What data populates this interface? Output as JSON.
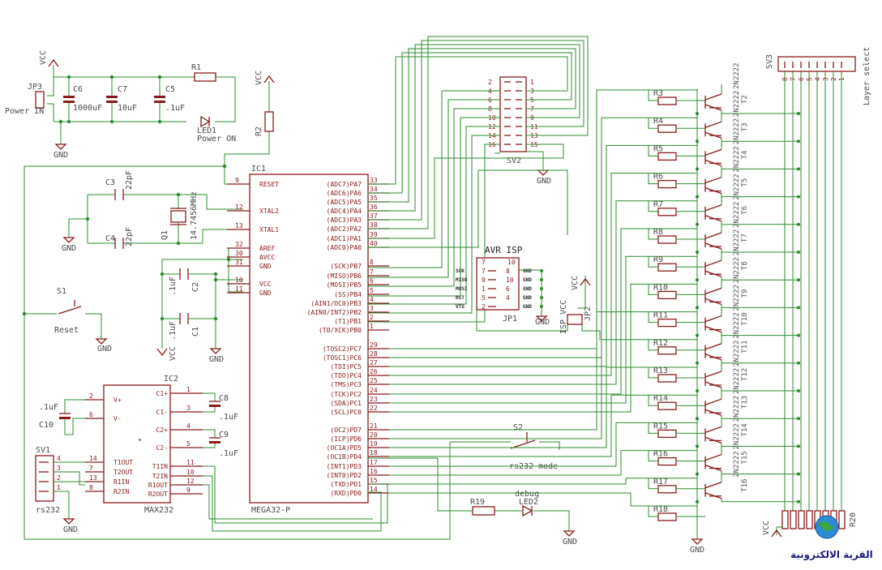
{
  "power": {
    "jp3": "JP3",
    "power_in": "Power IN",
    "c6": "C6",
    "c6v": "1000uF",
    "c7": "C7",
    "c7v": "10uF",
    "c5": "C5",
    "c5v": ".1uF",
    "r1": "R1",
    "led1": "LED1",
    "led1_lbl": "Power ON",
    "r2": "R2",
    "vcc": "VCC",
    "gnd": "GND"
  },
  "crystal": {
    "c3": "C3",
    "c3v": "22pF",
    "c4": "C4",
    "c4v": "22pF",
    "q1": "Q1",
    "q1v": "14.7456MHz"
  },
  "reset": {
    "s1": "S1",
    "reset": "Reset"
  },
  "decoupling": {
    "c2": "C2",
    "c2v": ".1uF",
    "c1": "C1",
    "c1v": ".1uF"
  },
  "ic1": {
    "ref": "IC1",
    "part": "MEGA32-P",
    "left_pins": [
      {
        "num": "9",
        "name": "RESET"
      },
      {
        "num": "12",
        "name": "XTAL2"
      },
      {
        "num": "13",
        "name": "XTAL1"
      },
      {
        "num": "32",
        "name": "AREF"
      },
      {
        "num": "30",
        "name": "AVCC"
      },
      {
        "num": "31",
        "name": "GND"
      },
      {
        "num": "10",
        "name": "VCC"
      },
      {
        "num": "11",
        "name": "GND"
      }
    ],
    "right_pins": [
      {
        "num": "33",
        "name": "(ADC7)PA7"
      },
      {
        "num": "34",
        "name": "(ADC6)PA6"
      },
      {
        "num": "35",
        "name": "(ADC5)PA5"
      },
      {
        "num": "36",
        "name": "(ADC4)PA4"
      },
      {
        "num": "37",
        "name": "(ADC3)PA3"
      },
      {
        "num": "38",
        "name": "(ADC2)PA2"
      },
      {
        "num": "39",
        "name": "(ADC1)PA1"
      },
      {
        "num": "40",
        "name": "(ADC0)PA0"
      },
      {
        "num": "8",
        "name": "(SCK)PB7"
      },
      {
        "num": "7",
        "name": "(MISO)PB6"
      },
      {
        "num": "6",
        "name": "(MOSI)PB5"
      },
      {
        "num": "5",
        "name": "(SS)PB4"
      },
      {
        "num": "4",
        "name": "(AIN1/OC0)PB3"
      },
      {
        "num": "3",
        "name": "(AIN0/INT2)PB2"
      },
      {
        "num": "2",
        "name": "(T1)PB1"
      },
      {
        "num": "1",
        "name": "(T0/XCK)PB0"
      },
      {
        "num": "29",
        "name": "(TOSC2)PC7"
      },
      {
        "num": "28",
        "name": "(TOSC1)PC6"
      },
      {
        "num": "27",
        "name": "(TDI)PC5"
      },
      {
        "num": "26",
        "name": "(TDO)PC4"
      },
      {
        "num": "25",
        "name": "(TMS)PC3"
      },
      {
        "num": "24",
        "name": "(TCK)PC2"
      },
      {
        "num": "23",
        "name": "(SDA)PC1"
      },
      {
        "num": "22",
        "name": "(SCL)PC0"
      },
      {
        "num": "21",
        "name": "(OC2)PD7"
      },
      {
        "num": "20",
        "name": "(ICP)PD6"
      },
      {
        "num": "19",
        "name": "(OC1A)PD5"
      },
      {
        "num": "18",
        "name": "(OC1B)PD4"
      },
      {
        "num": "17",
        "name": "(INT1)PD3"
      },
      {
        "num": "16",
        "name": "(INT0)PD2"
      },
      {
        "num": "15",
        "name": "(TXD)PD1"
      },
      {
        "num": "14",
        "name": "(RXD)PD0"
      }
    ]
  },
  "ic2": {
    "ref": "IC2",
    "part": "MAX232",
    "left_pins": [
      {
        "num": "2",
        "name": "V+"
      },
      {
        "num": "6",
        "name": "V-"
      },
      {
        "num": "14",
        "name": "T1OUT"
      },
      {
        "num": "7",
        "name": "T2OUT"
      },
      {
        "num": "13",
        "name": "R1IN"
      },
      {
        "num": "8",
        "name": "R2IN"
      }
    ],
    "right_pins": [
      {
        "num": "1",
        "name": "C1+"
      },
      {
        "num": "3",
        "name": "C1-"
      },
      {
        "num": "4",
        "name": "C2+"
      },
      {
        "num": "5",
        "name": "C2-"
      },
      {
        "num": "11",
        "name": "T1IN"
      },
      {
        "num": "10",
        "name": "T2IN"
      },
      {
        "num": "12",
        "name": "R1OUT"
      },
      {
        "num": "9",
        "name": "R2OUT"
      }
    ],
    "c8": "C8",
    "c8v": ".1uF",
    "c9": "C9",
    "c9v": ".1uF",
    "c10": "C10",
    "c10v": ".1uF"
  },
  "sv1": {
    "ref": "SV1",
    "lbl": "rs232",
    "pins": [
      "4",
      "3",
      "2",
      "1"
    ]
  },
  "sv2": {
    "ref": "SV2",
    "left": [
      "2",
      "4",
      "6",
      "8",
      "10",
      "12",
      "14",
      "16"
    ],
    "right": [
      "1",
      "3",
      "5",
      "7",
      "9",
      "11",
      "13",
      "15"
    ]
  },
  "isp": {
    "title": "AVR ISP",
    "ref": "JP1",
    "signals": [
      "SCK",
      "MISO",
      "MOSI",
      "RST",
      "VTG"
    ],
    "gnd": "GND",
    "left": [
      "7",
      "9",
      "1",
      "5",
      "2"
    ],
    "right": [
      "8",
      "10",
      "6",
      "4"
    ],
    "top_left": "7",
    "top_right": "10",
    "jp2": "JP2",
    "isp_vcc": "ISP VCC"
  },
  "s2": {
    "ref": "S2",
    "lbl": "rs232-mode"
  },
  "debug": {
    "r19": "R19",
    "lbl": "debug",
    "led2": "LED2"
  },
  "resistors": [
    "R3",
    "R4",
    "R5",
    "R6",
    "R7",
    "R8",
    "R9",
    "R10",
    "R11",
    "R12",
    "R13",
    "R14",
    "R15",
    "R16",
    "R17",
    "R18"
  ],
  "transistors": [
    "T2",
    "T3",
    "T4",
    "T5",
    "T6",
    "T7",
    "T8",
    "T9",
    "T10",
    "T11",
    "T12",
    "T13",
    "T14",
    "T15",
    "T16"
  ],
  "transistor_part": "2N2222",
  "sv3": {
    "ref": "SV3",
    "lbl": "Layer select",
    "pins": [
      "8",
      "7",
      "6",
      "5",
      "4",
      "3",
      "2",
      "1"
    ]
  },
  "r20": "R20",
  "watermark": "القرية الالكترونية"
}
